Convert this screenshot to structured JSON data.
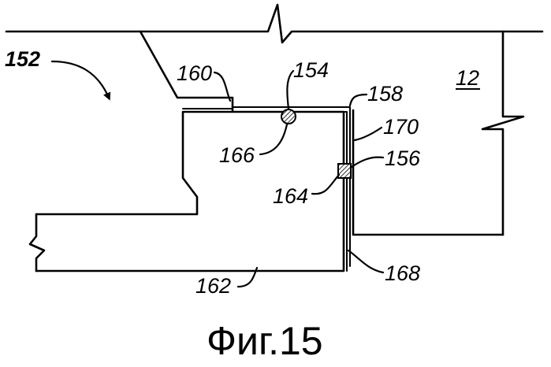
{
  "labels": {
    "l152": "152",
    "l160": "160",
    "l154": "154",
    "l158": "158",
    "l12": "12",
    "l170": "170",
    "l166": "166",
    "l156": "156",
    "l164": "164",
    "l162": "162",
    "l168": "168"
  },
  "caption": "Фиг.15"
}
